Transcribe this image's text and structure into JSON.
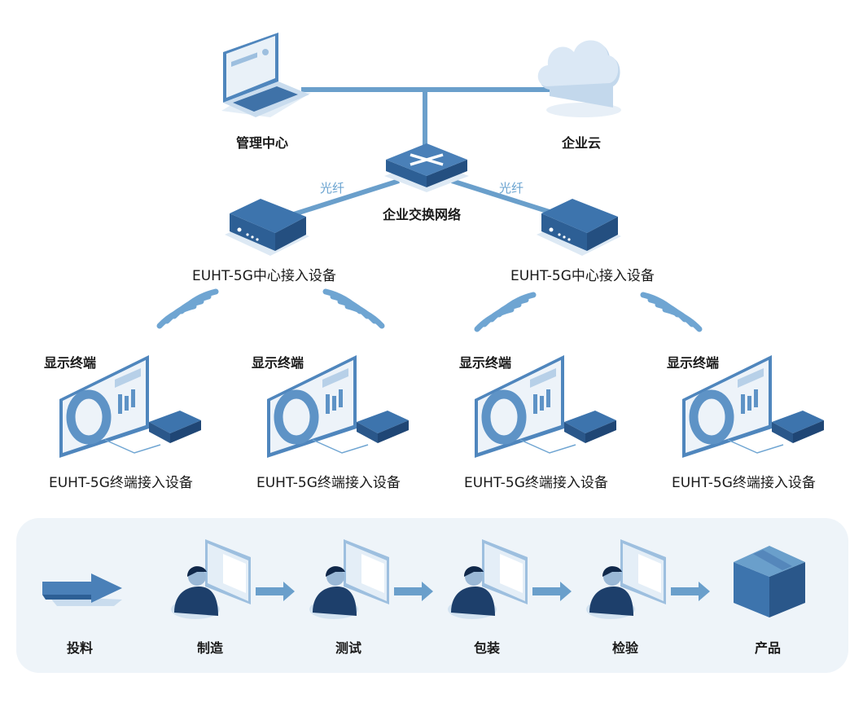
{
  "top": {
    "management_center": "管理中心",
    "enterprise_cloud": "企业云",
    "switch_network": "企业交换网络",
    "fiber_left": "光纤",
    "fiber_right": "光纤"
  },
  "center_devices": [
    {
      "label": "EUHT-5G中心接入设备"
    },
    {
      "label": "EUHT-5G中心接入设备"
    }
  ],
  "terminals": [
    {
      "display_label": "显示终端",
      "device_label": "EUHT-5G终端接入设备"
    },
    {
      "display_label": "显示终端",
      "device_label": "EUHT-5G终端接入设备"
    },
    {
      "display_label": "显示终端",
      "device_label": "EUHT-5G终端接入设备"
    },
    {
      "display_label": "显示终端",
      "device_label": "EUHT-5G终端接入设备"
    }
  ],
  "process": {
    "steps": [
      {
        "label": "投料",
        "icon": "arrow-icon"
      },
      {
        "label": "制造",
        "icon": "worker-screen-icon"
      },
      {
        "label": "测试",
        "icon": "worker-screen-icon"
      },
      {
        "label": "包装",
        "icon": "worker-screen-icon"
      },
      {
        "label": "检验",
        "icon": "worker-screen-icon"
      },
      {
        "label": "产品",
        "icon": "box-icon"
      }
    ]
  },
  "colors": {
    "line": "#6a9fcb",
    "device_dark": "#2d5f95",
    "device_mid": "#3d74ad",
    "light": "#dce9f4",
    "panel_bg": "#eef4f9"
  }
}
